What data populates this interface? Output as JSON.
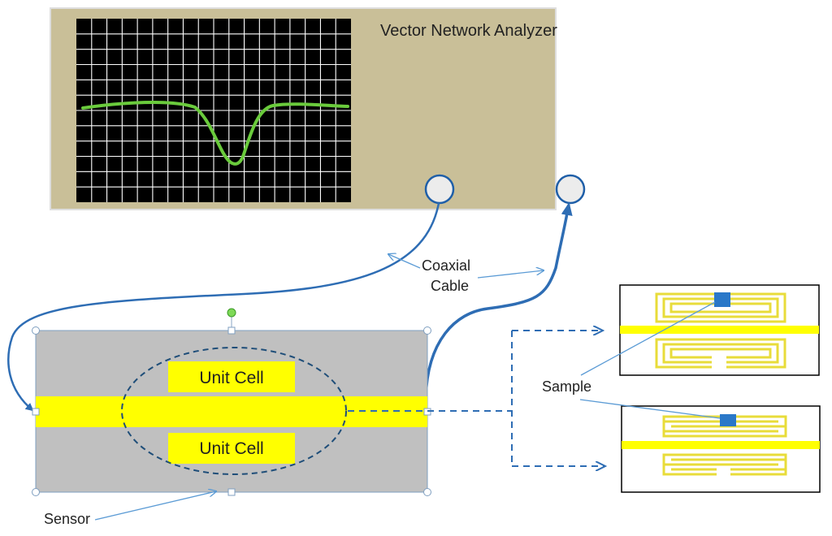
{
  "analyzer": {
    "title": "Vector Network Analyzer"
  },
  "sensor": {
    "cell_top": "Unit Cell",
    "cell_bottom": "Unit Cell",
    "label": "Sensor"
  },
  "cable": {
    "label_line1": "Coaxial",
    "label_line2": "Cable"
  },
  "sample": {
    "label": "Sample"
  },
  "colors": {
    "analyzer_body": "#c9bf98",
    "screen": "#000000",
    "trace": "#6acb3c",
    "strip": "#ffff00",
    "sensor_body": "#c0c0c0",
    "connector": "#1f5fa8",
    "sample_block": "#2a78c8"
  }
}
